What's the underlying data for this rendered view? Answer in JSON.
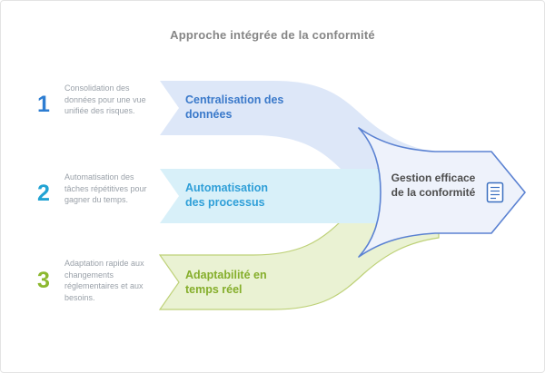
{
  "title": "Approche intégrée de la conformité",
  "steps": [
    {
      "number": "1",
      "description": "Consolidation des données pour une vue unifiée des risques.",
      "arrow_label": "Centralisation des données",
      "number_color": "#2d7dd2",
      "label_color": "#3a79ca",
      "band_fill": "#dde7f8"
    },
    {
      "number": "2",
      "description": "Automatisation des tâches répétitives pour gagner du temps.",
      "arrow_label": "Automatisation des processus",
      "number_color": "#22a3d3",
      "label_color": "#2f9fd8",
      "band_fill": "#d8f0f9"
    },
    {
      "number": "3",
      "description": "Adaptation rapide aux changements réglementaires et aux besoins.",
      "arrow_label": "Adaptabilité en temps réel",
      "number_color": "#8cb82f",
      "label_color": "#85ae2b",
      "band_fill": "#eaf2d3",
      "band_stroke": "#bed178"
    }
  ],
  "result": {
    "label": "Gestion efficace de la conformité",
    "icon": "document-icon",
    "fill": "#eef2fb",
    "outline_color": "#5b82d2",
    "text_color": "#4d4d4d"
  }
}
